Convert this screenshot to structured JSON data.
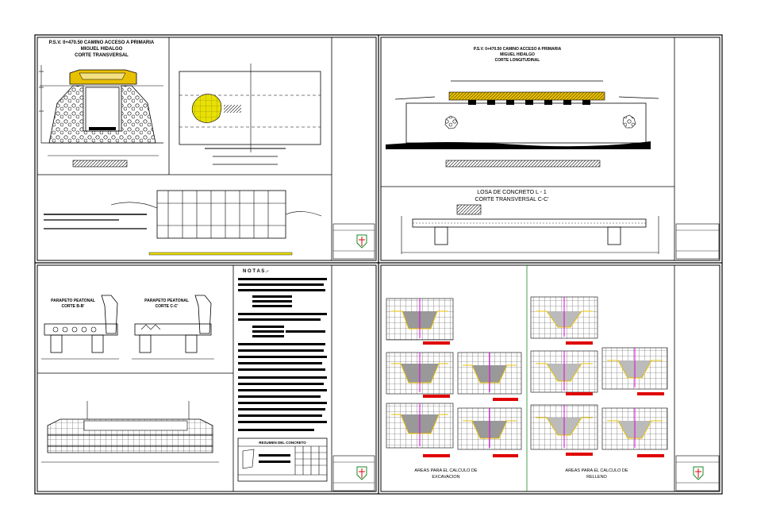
{
  "sheet_q1": {
    "section_title_1": "P.S.V. 0+470.50 CAMINO ACCESO A PRIMARIA",
    "section_title_2": "MIGUEL HIDALGO",
    "section_title_3": "CORTE TRANSVERSAL"
  },
  "sheet_q2": {
    "section_title_1": "P.S.V. 0+470.50 CAMINO ACCESO A PRIMARIA",
    "section_title_2": "MIGUEL HIDALGO",
    "section_title_3": "CORTE LONGITUDINAL",
    "slab_title_1": "LOSA DE CONCRETO L - 1",
    "slab_title_2": "CORTE TRANSVERSAL C-C'"
  },
  "sheet_q3": {
    "parapet_left_1": "PARAPETO PEATONAL",
    "parapet_left_2": "CORTE B-B'",
    "parapet_right_1": "PARAPETO PEATONAL",
    "parapet_right_2": "CORTE C-C'",
    "notes_title": "N O T A S .-",
    "table_title": "RESUMEN DEL CONCRETO"
  },
  "sheet_q4": {
    "excavation_label_1": "AREAS PARA EL CALCULO DE",
    "excavation_label_2": "EXCAVACION",
    "fill_label_1": "AREAS PARA EL CALCULO DE",
    "fill_label_2": "RELLENO"
  },
  "colors": {
    "line": "#000000",
    "accent_yellow": "#e8c000",
    "accent_magenta": "#e000e0",
    "accent_red": "#e00000",
    "accent_green": "#1a8a2a"
  }
}
